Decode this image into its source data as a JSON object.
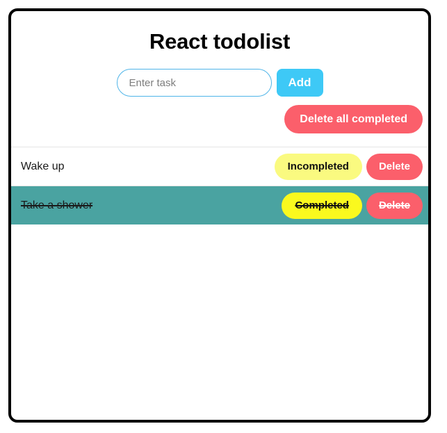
{
  "app": {
    "title": "React todolist",
    "colors": {
      "accent_blue": "#3ec9f6",
      "danger_red": "#fb5f6b",
      "status_yellow": "#fafa80",
      "status_yellow_active": "#faf91e",
      "completed_row": "#4aa3a1",
      "border": "#000000",
      "input_border": "#4eb4e8"
    }
  },
  "entry": {
    "input_value": "",
    "input_placeholder": "Enter task",
    "add_label": "Add"
  },
  "toolbar": {
    "delete_all_label": "Delete all completed"
  },
  "todos": [
    {
      "text": "Wake up",
      "status_label": "Incompleted",
      "delete_label": "Delete",
      "completed": false
    },
    {
      "text": "Take a shower",
      "status_label": "Completed",
      "delete_label": "Delete",
      "completed": true
    }
  ]
}
